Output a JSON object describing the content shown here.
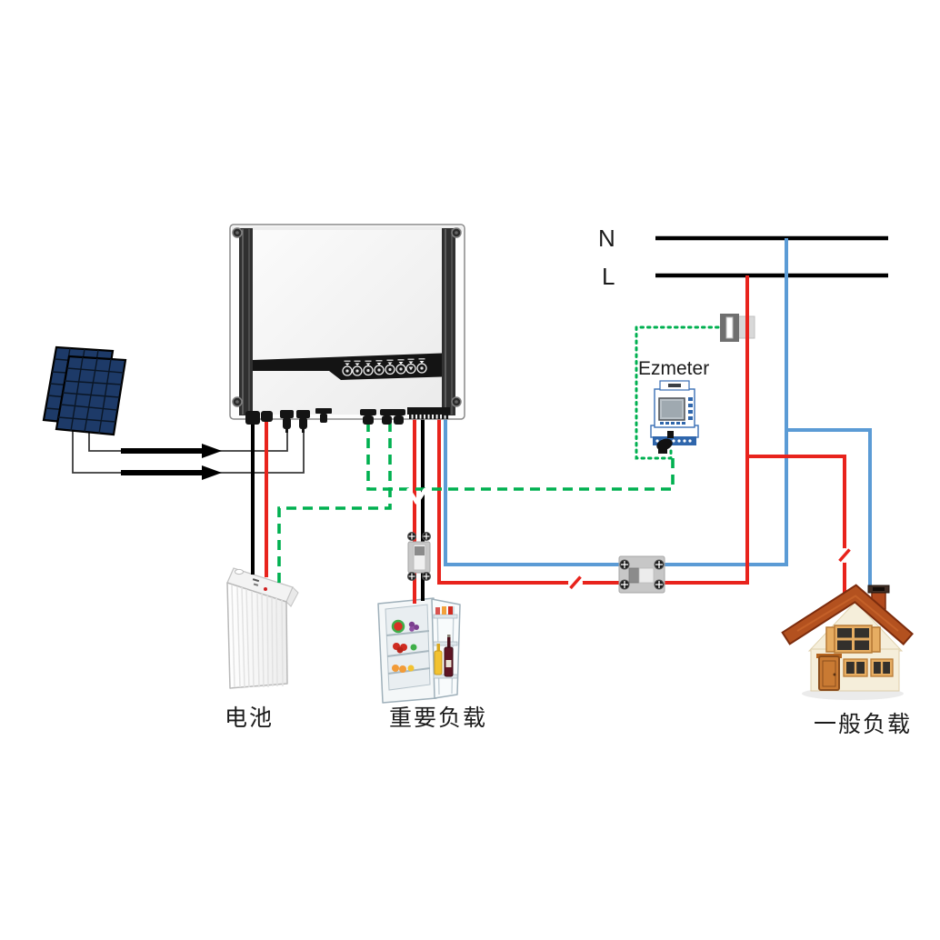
{
  "labels": {
    "grid_neutral": "N",
    "grid_line": "L",
    "meter": "Ezmeter",
    "battery": "电池",
    "critical_load": "重要负载",
    "general_load": "一般负载"
  },
  "colors": {
    "wire-red": "#e8231c",
    "wire-blue": "#5b9bd5",
    "wire-green": "#00b050",
    "wire-black": "#000000",
    "panel-navy": "#1d3a68",
    "roof-red": "#b3511f"
  },
  "components": {
    "solar_array": "solar-panels",
    "inverter": "hybrid-inverter",
    "inverter_led_count": 8,
    "battery": "battery-pack",
    "critical_load_device": "refrigerator",
    "general_load_device": "house",
    "meter_device": "din-rail-energy-meter",
    "ct": "current-transformer-clamp",
    "breaker_count": 2
  }
}
